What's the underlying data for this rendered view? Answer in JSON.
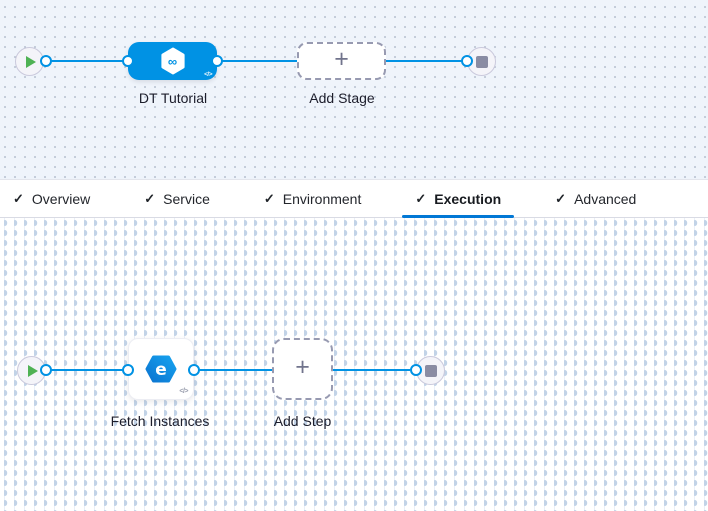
{
  "colors": {
    "connector_blue": "#0092e4",
    "stage_node_blue": "#0092e4",
    "active_tab_underline": "#0278d5",
    "play_icon_green": "#4fb254",
    "stop_icon_gray": "#8a8ca3"
  },
  "icons": {
    "check": "✓",
    "plus": "+",
    "infinity": "∞",
    "code_slash": "</>",
    "fetch_step_glyph": "e"
  },
  "stage_pipeline": {
    "stage_name": "DT Tutorial",
    "add_stage_label": "Add Stage"
  },
  "tabs": {
    "active_tab": "Execution",
    "items": [
      {
        "label": "Overview",
        "checked": true
      },
      {
        "label": "Service",
        "checked": true
      },
      {
        "label": "Environment",
        "checked": true
      },
      {
        "label": "Execution",
        "checked": true
      },
      {
        "label": "Advanced",
        "checked": true
      }
    ]
  },
  "execution_graph": {
    "step_name": "Fetch Instances",
    "add_step_label": "Add Step"
  }
}
